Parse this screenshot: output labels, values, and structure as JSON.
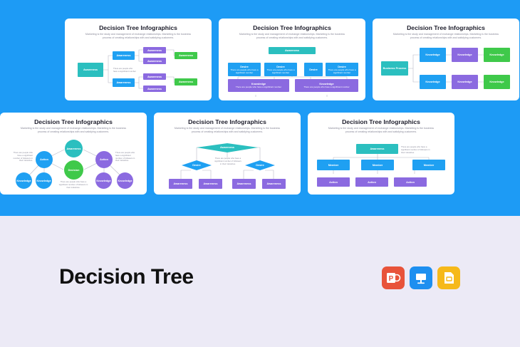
{
  "main_title": "Decision Tree",
  "slide_title": "Decision Tree Infographics",
  "slide_subtitle": "Marketing is the study and management of exchange relationships. Marketing is the business process of creating relationships with and satisfying customers.",
  "desc_short": "There are people who have a significant number",
  "desc_long": "There are people who have a significant number of followers in their industries.",
  "labels": {
    "awareness": "Awareness",
    "desire": "Desire",
    "knowledge": "Knowledge",
    "business_process": "Business Process",
    "action": "Action",
    "decision": "Decision",
    "member": "Member"
  },
  "apps": [
    {
      "name": "PowerPoint",
      "color": "#E8533A"
    },
    {
      "name": "Keynote",
      "color": "#1D8FF0"
    },
    {
      "name": "Google Slides",
      "color": "#F6B91A"
    }
  ]
}
